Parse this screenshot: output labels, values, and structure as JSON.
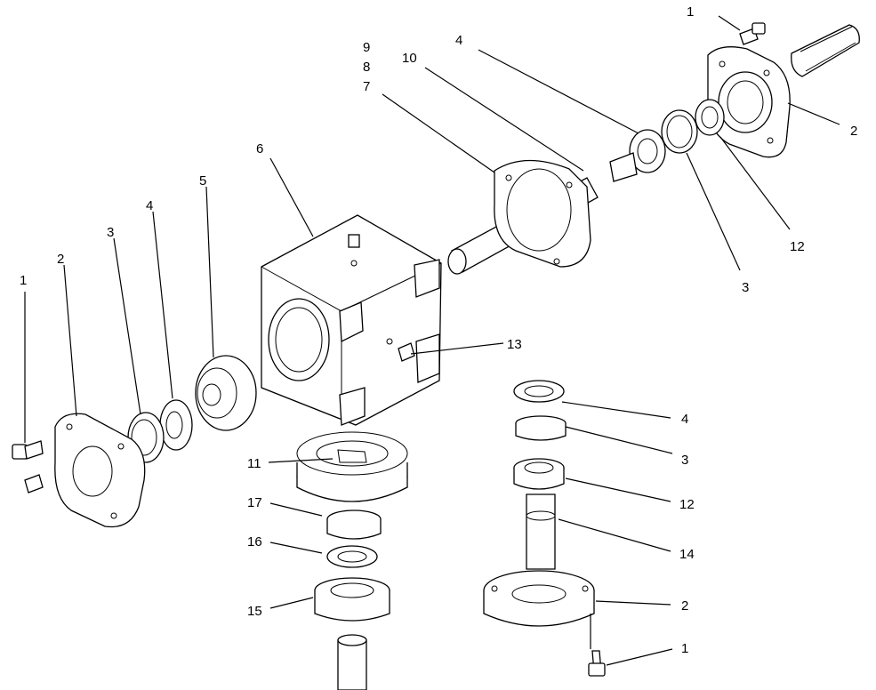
{
  "diagram": {
    "callouts": {
      "c1_top": "1",
      "c2_top": "2",
      "c4_top": "4",
      "c10": "10",
      "c9": "9",
      "c8": "8",
      "c7": "7",
      "c12_top": "12",
      "c3_top": "3",
      "c6": "6",
      "c5": "5",
      "c4_left": "4",
      "c3_left": "3",
      "c2_left": "2",
      "c1_left": "1",
      "c13": "13",
      "c11": "11",
      "c17": "17",
      "c16": "16",
      "c15": "15",
      "c4_right": "4",
      "c3_right": "3",
      "c12_right": "12",
      "c14": "14",
      "c2_right": "2",
      "c1_right": "1"
    }
  }
}
